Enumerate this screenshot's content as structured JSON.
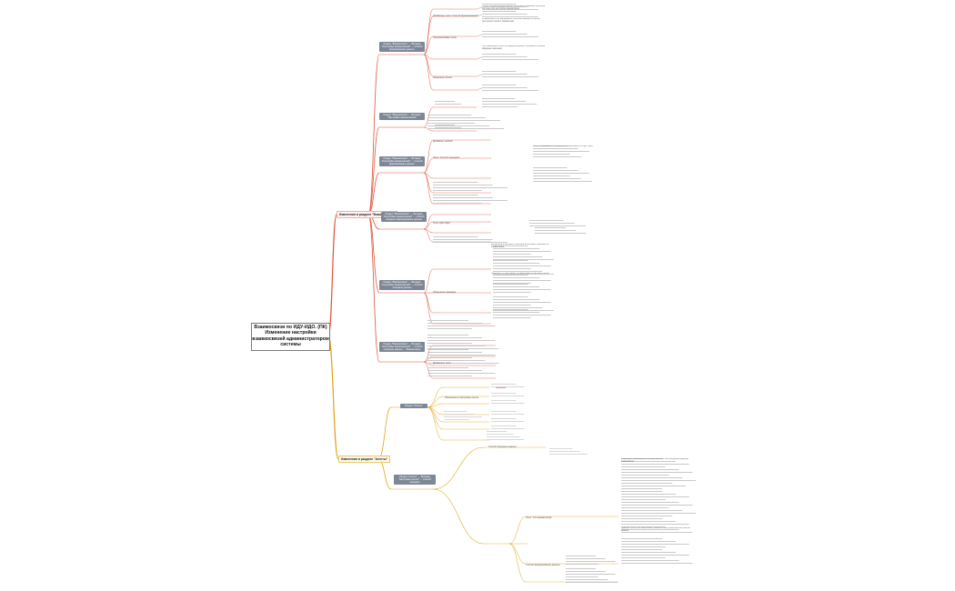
{
  "root_title": "Взаимосвязи по ИДУ-ИДО. (ПК) Изменение настройки взаимосвязей администратором системы",
  "branches": [
    {
      "label": "Изменения в разделе \"Взаимосвязи\"",
      "color": "#e0533a"
    },
    {
      "label": "Изменения в разделе \"Агенты\"",
      "color": "#e0a416"
    }
  ],
  "section_headers": [
    "Раздел \"Взаимосвязи\" → Вкладка \"Настройки взаимосвязей\" → Способ формирования данных",
    "Раздел \"Взаимосвязи\" → Вкладка \"Настройки взаимосвязей\"",
    "Раздел \"Взаимосвязи\" → Вкладка \"Настройки взаимосвязей\" → Способ формирования данных",
    "Раздел \"Взаимосвязи\" → Вкладка \"Настройки взаимосвязей\" → Способ передачи формирования данных",
    "Раздел \"Взаимосвязи\" → Вкладка \"Настройки взаимосвязей\" → Способ передачи данных",
    "Раздел \"Взаимосвязи\" → Вкладка \"Настройки взаимосвязей\" → Способ передачи данных → Взаимосвязь",
    "Раздел \"Агенты\"",
    "Раздел \"Агенты\" → Вкладка \"Настройки агента\" → Способ передачи"
  ],
  "sub_labels": [
    "Добавлено поле \"Способ формирования\"",
    "Переименовано поле",
    "Изменена логика",
    "Добавлен чекбокс",
    "Поле \"Способ передачи\"",
    "Поле ИДУ-ИДО",
    "Изменение названия",
    "Добавлено поле",
    "Изменения в настройке агента",
    "Способ передачи данных",
    "Поле \"Тип взаимосвязи\"",
    "Способ формирования данных"
  ],
  "descriptions": [
    "Способ формирования данных выбирается администратором системы при настройке взаимосвязи.",
    "В зависимости от выбранного способа изменяется набор доступных полей и параметров.",
    "При изменении способа передачи данных сохраняются ранее заданные значения.",
    "Поле отображается только для взаимосвязей по ИДУ-ИДО.",
    "Добавлена возможность выбора нескольких значений из справочника.",
    "Значение по умолчанию устанавливается автоматически.",
    "Изменения применяются ко всем агентам, использующим данную взаимосвязь.",
    "Администратор системы может изменить настройки агента в любой момент."
  ]
}
